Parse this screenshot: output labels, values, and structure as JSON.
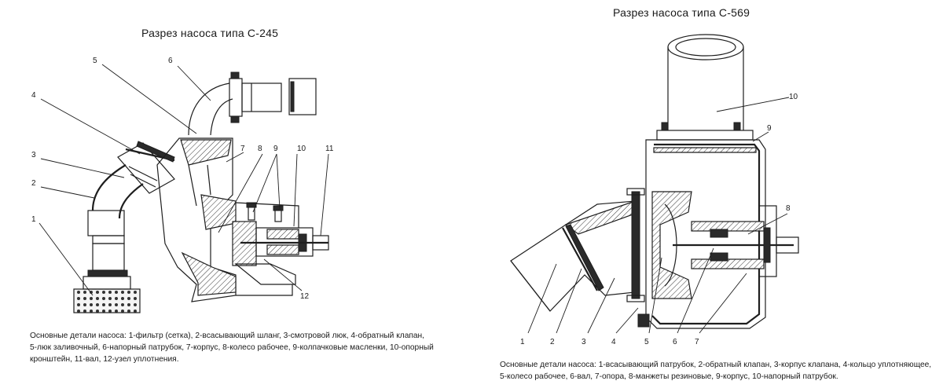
{
  "left_panel": {
    "title": "Разрез насоса типа С-245",
    "callouts": [
      "1",
      "2",
      "3",
      "4",
      "5",
      "6",
      "7",
      "8",
      "9",
      "10",
      "11",
      "12"
    ],
    "legend_lines": [
      "Основные детали насоса: 1-фильтр (сетка), 2-всасывающий шланг, 3-смотровой люк, 4-обратный клапан,",
      "5-люк заливочный, 6-напорный патрубок, 7-корпус, 8-колесо рабочее, 9-колпачковые масленки, 10-опорный",
      "кронштейн, 11-вал, 12-узел уплотнения."
    ]
  },
  "right_panel": {
    "title": "Разрез насоса типа С-569",
    "callouts": [
      "1",
      "2",
      "3",
      "4",
      "5",
      "6",
      "7",
      "8",
      "9",
      "10"
    ],
    "legend_lines": [
      "Основные детали насоса: 1-всасывающий патрубок, 2-обратный клапан, 3-корпус клапана, 4-кольцо уплотняющее,",
      "5-колесо рабочее, 6-вал, 7-опора, 8-манжеты резиновые, 9-корпус, 10-напорный патрубок."
    ]
  }
}
